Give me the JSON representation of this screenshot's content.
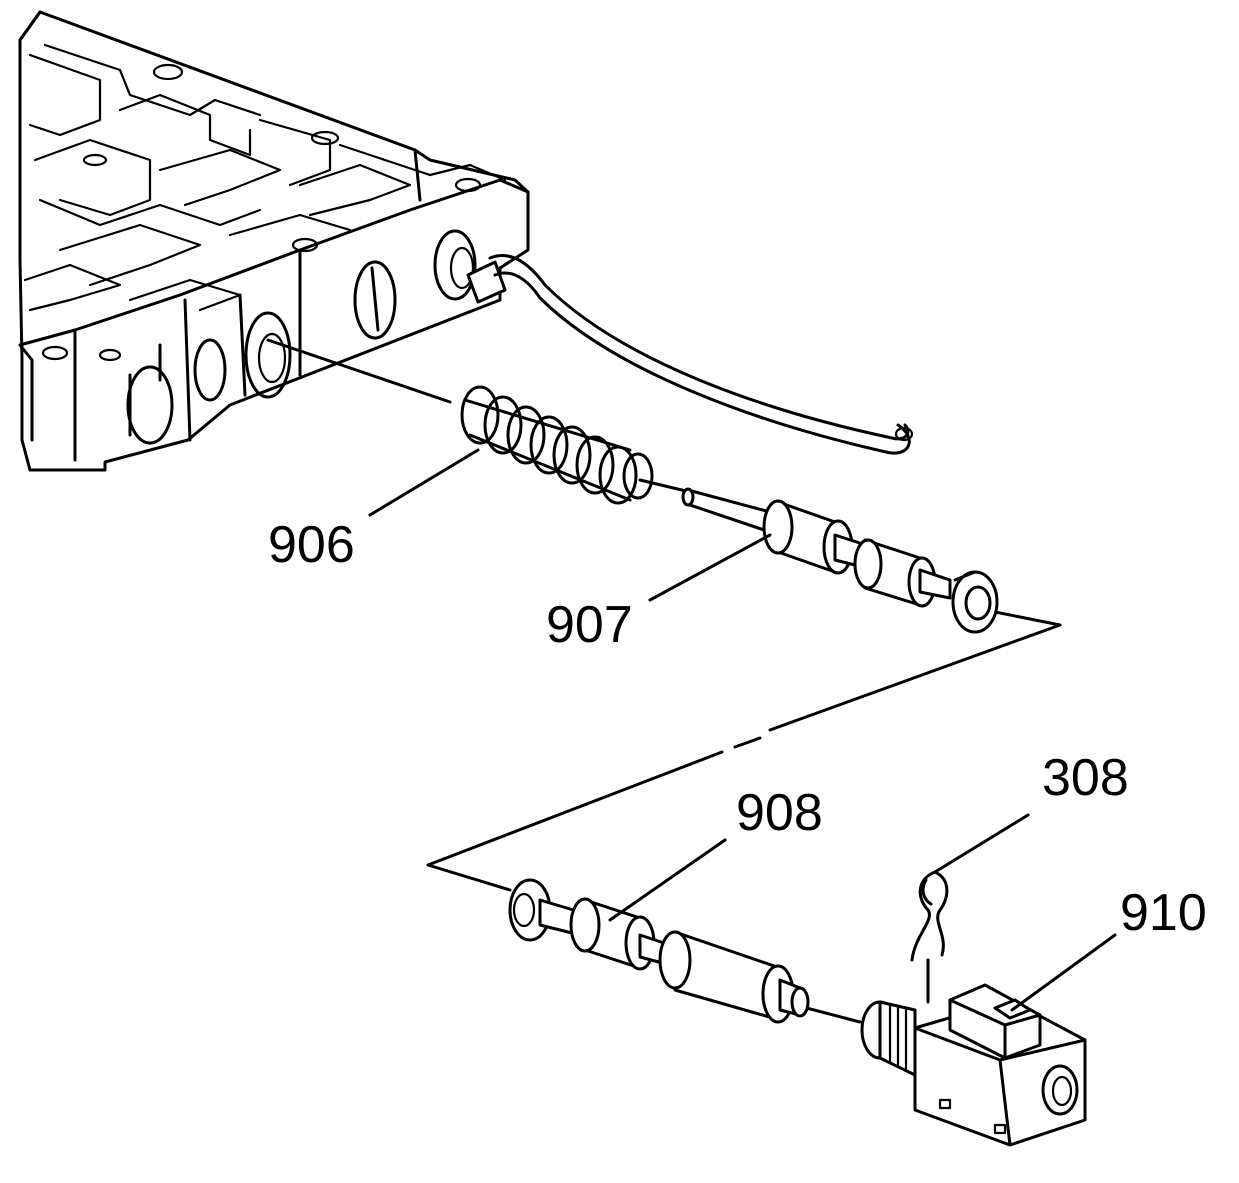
{
  "callouts": {
    "spring": "906",
    "valve": "907",
    "valve_lower": "908",
    "clip": "308",
    "solenoid": "910"
  },
  "colors": {
    "ink": "#000000",
    "paper": "#ffffff"
  }
}
